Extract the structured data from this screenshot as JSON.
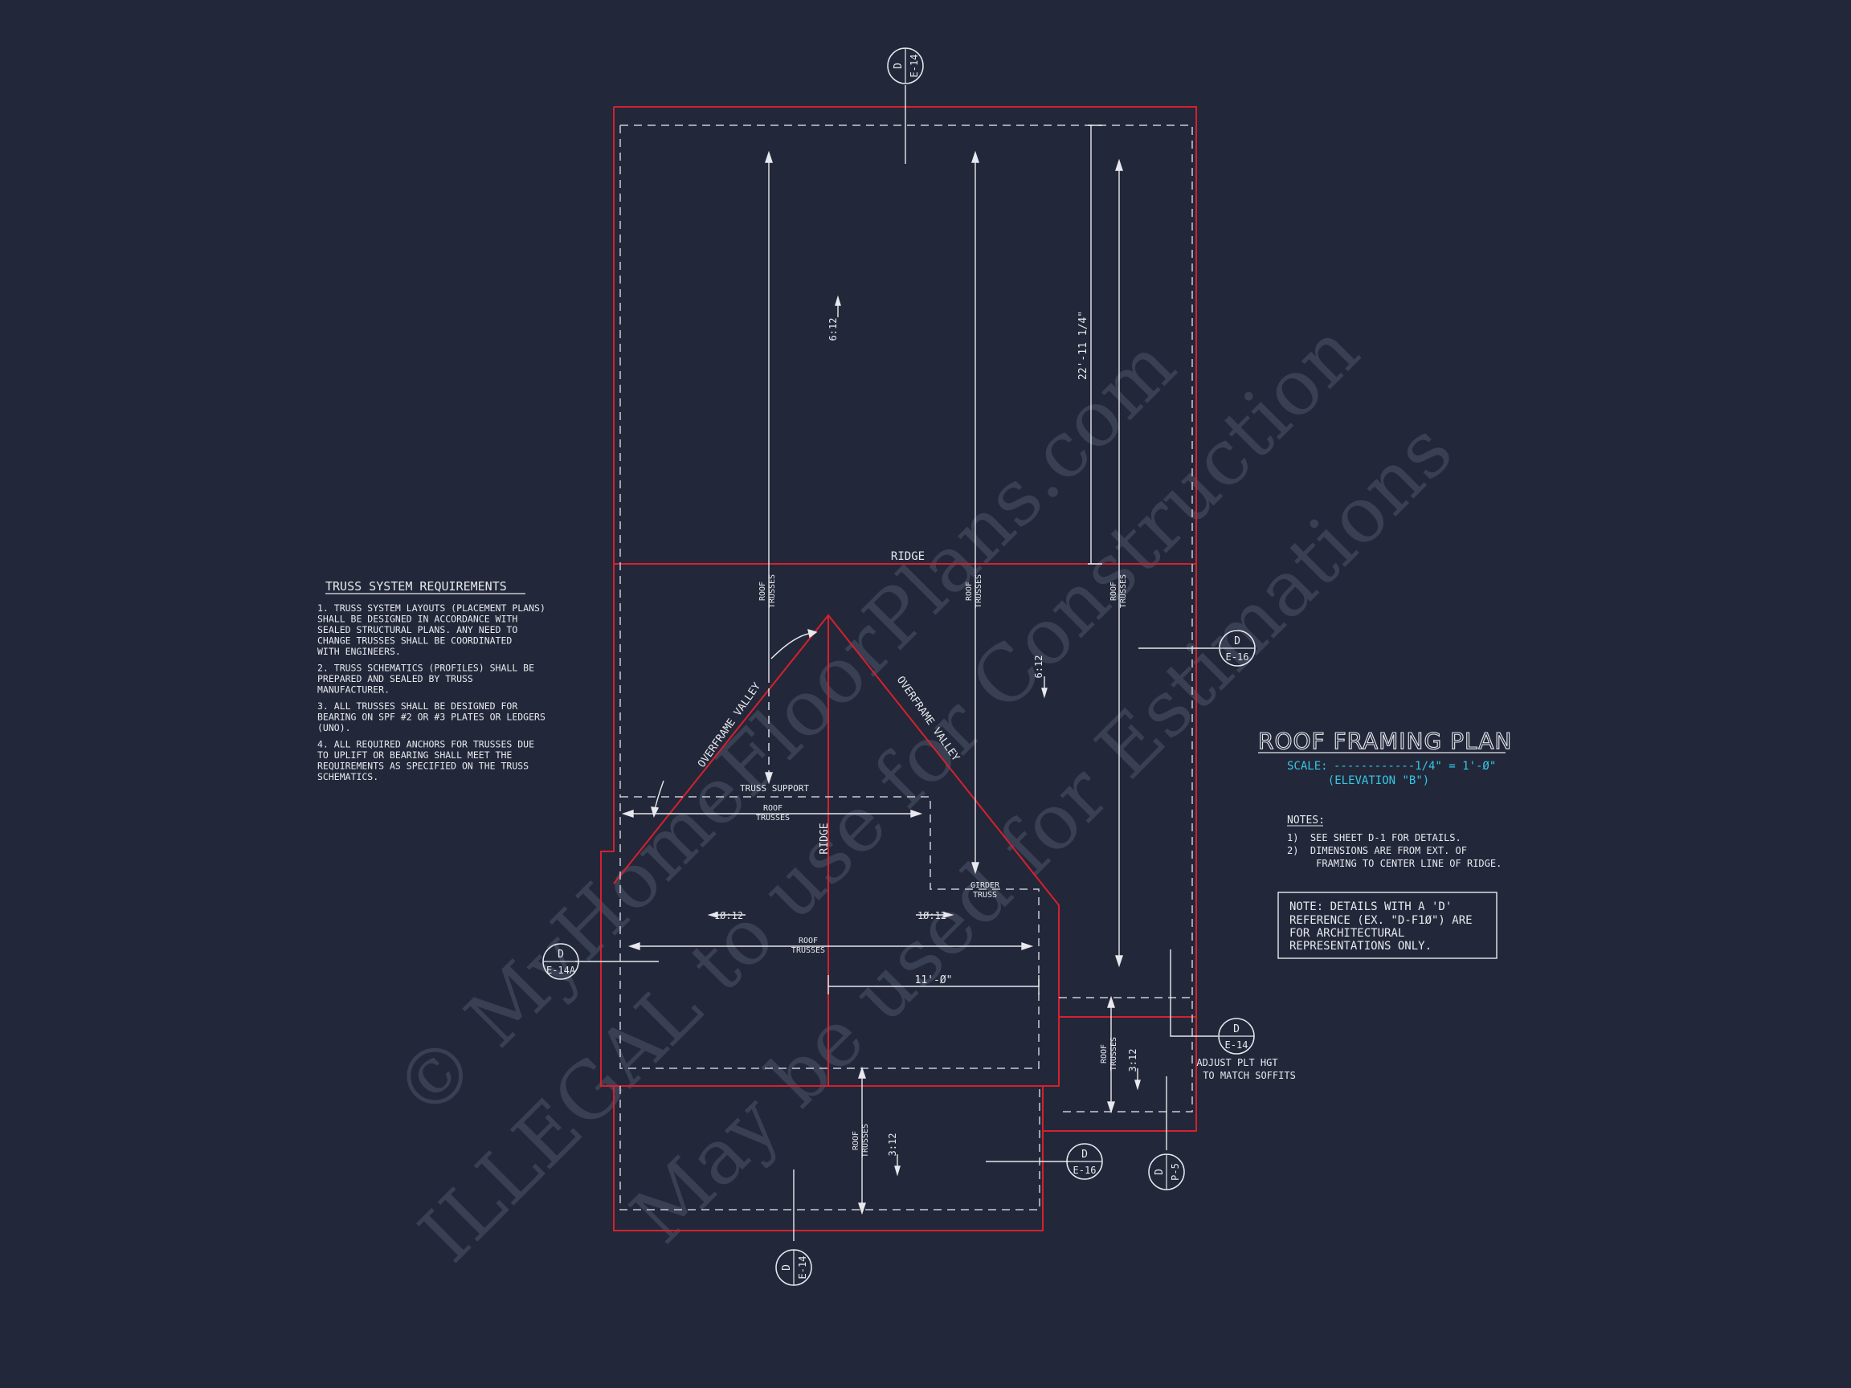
{
  "colors": {
    "background": "#222839",
    "roof_outline": "#d6202e",
    "linework": "#e8e8ee",
    "accent_cyan": "#36c6e6",
    "watermark": "#3c4356"
  },
  "watermark": {
    "line1": "© MyHomeFloorPlans.com",
    "line2": "ILLEGAL to use for Construction",
    "line3": "May be used for Estimations"
  },
  "title_block": {
    "title": "ROOF FRAMING PLAN",
    "scale_label": "SCALE:",
    "scale_value": "------------1/4\" = 1'-Ø\"",
    "elevation": "(ELEVATION \"B\")"
  },
  "notes": {
    "heading": "NOTES:",
    "items": [
      "1)  SEE SHEET D-1 FOR DETAILS.",
      "2)  DIMENSIONS ARE FROM EXT. OF",
      "     FRAMING TO CENTER LINE OF RIDGE."
    ]
  },
  "note_box": {
    "lines": [
      "NOTE: DETAILS WITH A 'D'",
      "REFERENCE (EX. \"D-F1Ø\") ARE",
      "FOR ARCHITECTURAL",
      "REPRESENTATIONS ONLY."
    ]
  },
  "truss_requirements": {
    "heading": "TRUSS SYSTEM REQUIREMENTS",
    "paragraphs": [
      [
        "1. TRUSS SYSTEM LAYOUTS (PLACEMENT PLANS)",
        "SHALL BE DESIGNED IN ACCORDANCE WITH",
        "SEALED STRUCTURAL PLANS. ANY NEED TO",
        "CHANGE TRUSSES SHALL BE COORDINATED",
        "WITH  ENGINEERS."
      ],
      [
        "2. TRUSS SCHEMATICS (PROFILES) SHALL BE",
        "PREPARED AND SEALED BY TRUSS",
        "MANUFACTURER."
      ],
      [
        "3. ALL TRUSSES SHALL BE DESIGNED FOR",
        "BEARING ON SPF #2 OR #3 PLATES OR LEDGERS",
        "(UNO)."
      ],
      [
        "4. ALL REQUIRED ANCHORS FOR TRUSSES DUE",
        "TO UPLIFT OR BEARING SHALL MEET THE",
        "REQUIREMENTS AS SPECIFIED ON THE TRUSS",
        "SCHEMATICS."
      ]
    ]
  },
  "plan_labels": {
    "ridge_horizontal": "RIDGE",
    "ridge_vertical": "RIDGE",
    "overframe_valley_left": "OVERFRAME VALLEY",
    "overframe_valley_right": "OVERFRAME VALLEY",
    "truss_support": "TRUSS SUPPORT",
    "roof": "ROOF",
    "trusses": "TRUSSES",
    "girder": "GIRDER",
    "truss": "TRUSS",
    "adjust_plt_1": "ADJUST PLT HGT",
    "adjust_plt_2": "TO MATCH SOFFITS"
  },
  "pitches": {
    "p1": "6:12",
    "p2": "6:12",
    "p3": "1Ø:12",
    "p4": "1Ø:12",
    "p5": "3:12",
    "p6": "3:12"
  },
  "dimensions": {
    "d1": "22'-11 1/4\"",
    "d2": "11'-Ø\""
  },
  "section_tags": {
    "top": {
      "letter": "D",
      "sheet": "E-14"
    },
    "right": {
      "letter": "D",
      "sheet": "E-16"
    },
    "left": {
      "letter": "D",
      "sheet": "E-14A"
    },
    "lower_right": {
      "letter": "D",
      "sheet": "E-14"
    },
    "bottom_mid": {
      "letter": "D",
      "sheet": "E-16"
    },
    "bottom_right": {
      "letter": "D",
      "sheet": "P-5"
    },
    "bottom": {
      "letter": "D",
      "sheet": "E-14"
    }
  }
}
